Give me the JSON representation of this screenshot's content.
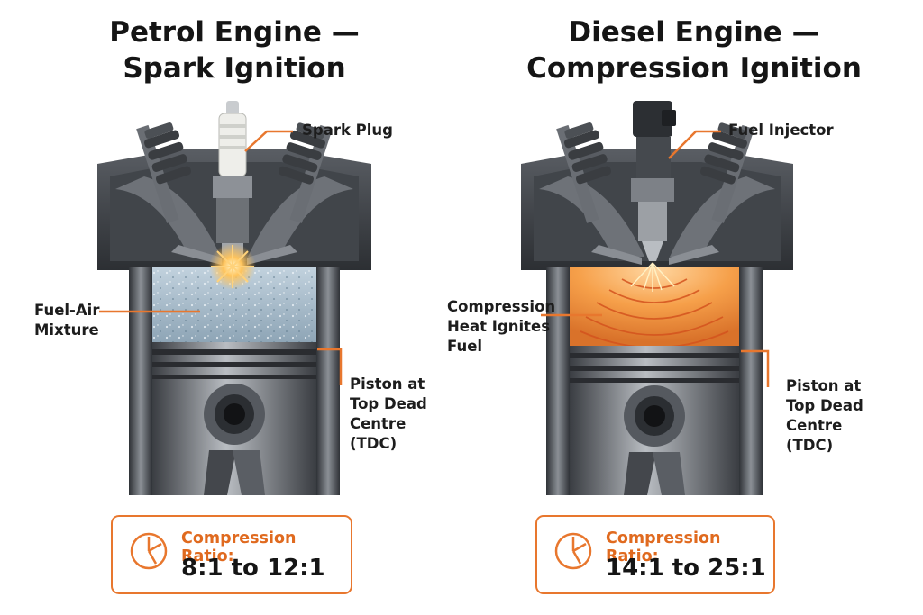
{
  "panels": [
    {
      "title_line1": "Petrol Engine —",
      "title_line2": "Spark Ignition",
      "top_label": "Spark Plug",
      "mixture_label": [
        "Fuel-Air",
        "Mixture"
      ],
      "piston_label": [
        "Piston at",
        "Top Dead",
        "Centre",
        "(TDC)"
      ],
      "ratio_caption": "Compression Ratio:",
      "ratio_value": "8:1 to 12:1",
      "gauge_icon": "gauge-icon"
    },
    {
      "title_line1": "Diesel Engine —",
      "title_line2": "Compression Ignition",
      "top_label": "Fuel Injector",
      "mixture_label": [
        "Compression",
        "Heat Ignites",
        "Fuel"
      ],
      "piston_label": [
        "Piston at",
        "Top Dead",
        "Centre",
        "(TDC)"
      ],
      "ratio_caption": "Compression Ratio:",
      "ratio_value": "14:1 to 25:1",
      "gauge_icon": "gauge-icon"
    }
  ],
  "colors": {
    "accent": "#e8772e",
    "metal_dark": "#3c3f44",
    "metal_mid": "#7d8188",
    "mixture": "#a9bccb",
    "heat": "#f3a14e"
  }
}
